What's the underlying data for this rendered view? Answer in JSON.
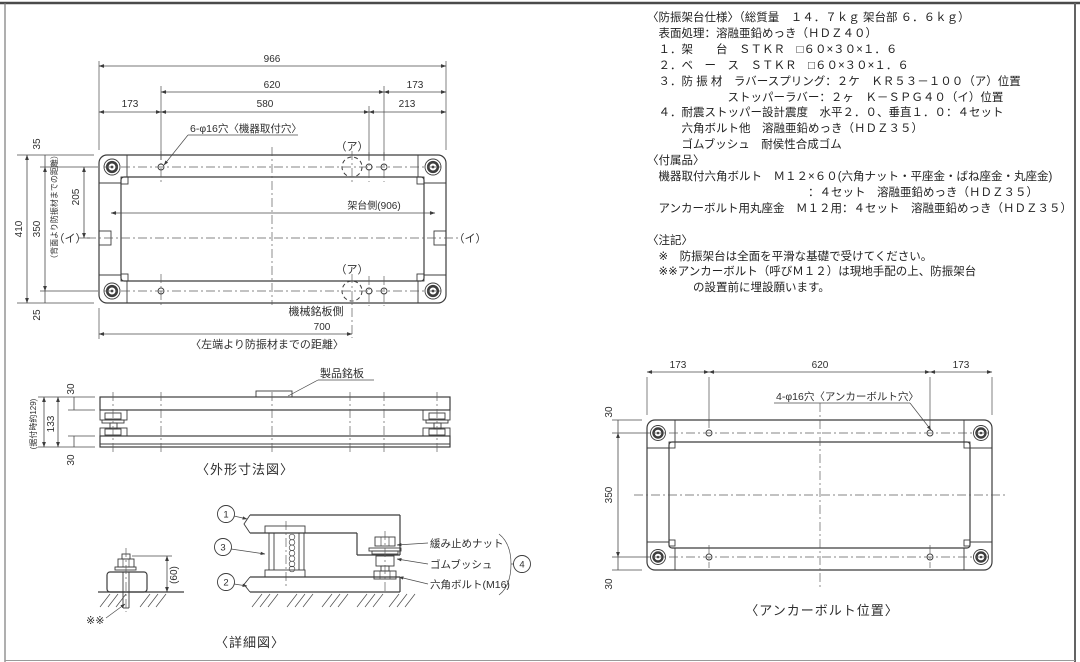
{
  "spec": {
    "lines": [
      "〈防振架台仕様〉（総質量　１４．７ｋｇ 架台部 ６．６ｋｇ）",
      "　表面処理：溶融亜鉛めっき（ＨＤＺ４０）",
      "　１．架　　台　ＳＴＫＲ　□６０×３０×１．６",
      "　２．ベ　ー　ス　ＳＴＫＲ　□６０×３０×１．６",
      "　３．防 振 材　ラバースプリング：２ケ　ＫＲ５３－１００（ア）位置",
      "　　　　　　　ストッパーラバー：２ヶ　Ｋ－ＳＰＧ４０（イ）位置",
      "　４．耐震ストッパー設計震度　水平２．０、垂直１．０：４セット",
      "　　　六角ボルト他　溶融亜鉛めっき（ＨＤＺ３５）",
      "　　　ゴムブッシュ　耐侯性合成ゴム",
      "〈付属品〉",
      "　機器取付六角ボルト　Ｍ１２×６０(六角ナット・平座金・ばね座金・丸座金)",
      "　　　　　　　　　　　　　　：４セット　溶融亜鉛めっき（ＨＤＺ３５）",
      "　アンカーボルト用丸座金　Ｍ１２用：４セット　溶融亜鉛めっき（ＨＤＺ３５）",
      "",
      "〈注記〉",
      "　※　防振架台は全面を平滑な基礎で受けてください。",
      "　※※アンカーボルト（呼びＭ１２）は現地手配の上、防振架台",
      "　　　　の設置前に埋設願います。"
    ]
  },
  "plan": {
    "d966": "966",
    "d620": "620",
    "d173r": "173",
    "d173l": "173",
    "d580": "580",
    "d213": "213",
    "d35": "35",
    "d410": "410",
    "d350": "350",
    "d205": "205",
    "d25": "25",
    "d700": "700",
    "hole_label": "6-φ16穴〈機器取付穴〉",
    "inner_label": "架台側(906)",
    "mark_a_top": "（ア）",
    "mark_a_bottom": "（ア）",
    "mark_i_left": "（イ）",
    "mark_i_right": "（イ）",
    "nameplate_side": "機械銘板側",
    "back_note": "（背面より防振材までの距離）",
    "caption": "〈左端より防振材までの距離〉"
  },
  "side": {
    "d30t": "30",
    "d133": "133",
    "d30b": "30",
    "install_note": "(据付時約129)",
    "nameplate": "製品銘板",
    "caption": "〈外形寸法図〉"
  },
  "detail": {
    "balloon1": "1",
    "balloon2": "2",
    "balloon3": "3",
    "balloon4": "4",
    "lock_nut": "緩み止めナット",
    "bush": "ゴムブッシュ",
    "bolt": "六角ボルト(M16)",
    "d60": "(60)",
    "anchor_mark": "※※",
    "caption": "〈詳細図〉"
  },
  "anchor": {
    "d173l": "173",
    "d620": "620",
    "d173r": "173",
    "d30t": "30",
    "d350": "350",
    "d30b": "30",
    "hole_label": "4-φ16穴〈アンカーボルト穴〉",
    "caption": "〈アンカーボルト位置〉"
  }
}
